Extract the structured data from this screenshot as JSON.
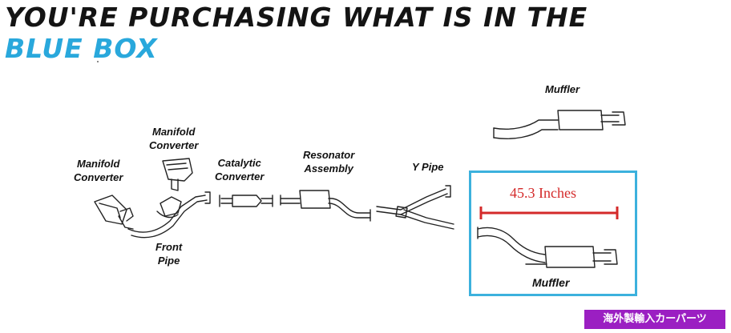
{
  "banner": {
    "text_dark": "YOU'RE PURCHASING WHAT IS IN THE",
    "text_highlight": "BLUE BOX"
  },
  "parts": {
    "manifold_converter_left": "Manifold\nConverter",
    "manifold_converter_right": "Manifold\nConverter",
    "front_pipe": "Front\nPipe",
    "catalytic_converter": "Catalytic\nConverter",
    "resonator_assembly": "Resonator\nAssembly",
    "y_pipe": "Y Pipe",
    "muffler_top": "Muffler",
    "muffler_box": "Muffler"
  },
  "measurement": {
    "label": "45.3 Inches"
  },
  "watermark": {
    "text": "海外製輸入カーパーツ"
  },
  "colors": {
    "highlight_blue": "#29a8dc",
    "box_border": "#3cb1dd",
    "measure_red": "#d42a2a",
    "watermark_bg": "#9b1fc2"
  }
}
